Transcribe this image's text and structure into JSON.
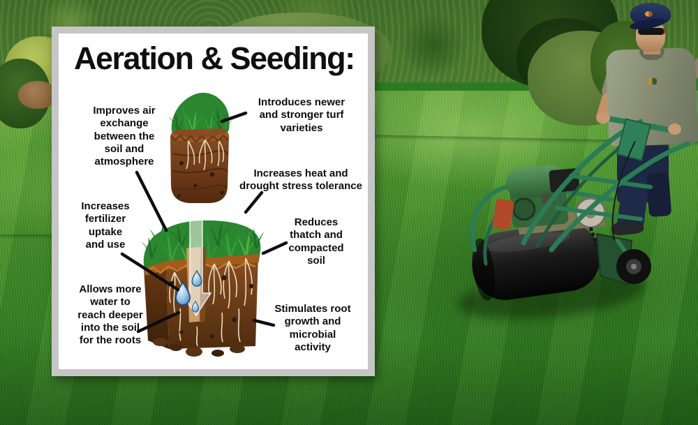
{
  "card": {
    "title": "Aeration & Seeding:",
    "labels": [
      {
        "id": "improves-air-exchange",
        "text": "Improves air\nexchange\nbetween the\nsoil and\natmosphere"
      },
      {
        "id": "introduces-turf-varieties",
        "text": "Introduces newer\nand stronger turf\nvarieties"
      },
      {
        "id": "heat-drought-tolerance",
        "text": "Increases heat and\ndrought stress tolerance"
      },
      {
        "id": "fertilizer-uptake",
        "text": "Increases\nfertilizer\nuptake\nand use"
      },
      {
        "id": "reduces-thatch",
        "text": "Reduces\nthatch and\ncompacted\nsoil"
      },
      {
        "id": "allows-water-deeper",
        "text": "Allows more\nwater to\nreach deeper\ninto the soil\nfor the roots"
      },
      {
        "id": "stimulates-roots",
        "text": "Stimulates root\ngrowth and\nmicrobial\nactivity"
      }
    ]
  },
  "photo": {
    "scene": "lawn technician pushing a green core aerator on a lawn, dry stone wall with shrubs behind",
    "colors": {
      "card_frame": "#c6c6c6",
      "lawn_green": "#448e2c",
      "machine_frame_green": "#2a7c55",
      "drum_black": "#141414",
      "stone_tan": "#c2a878",
      "cap_navy": "#16224a",
      "water_drop_blue": "#5a9fd4"
    }
  }
}
